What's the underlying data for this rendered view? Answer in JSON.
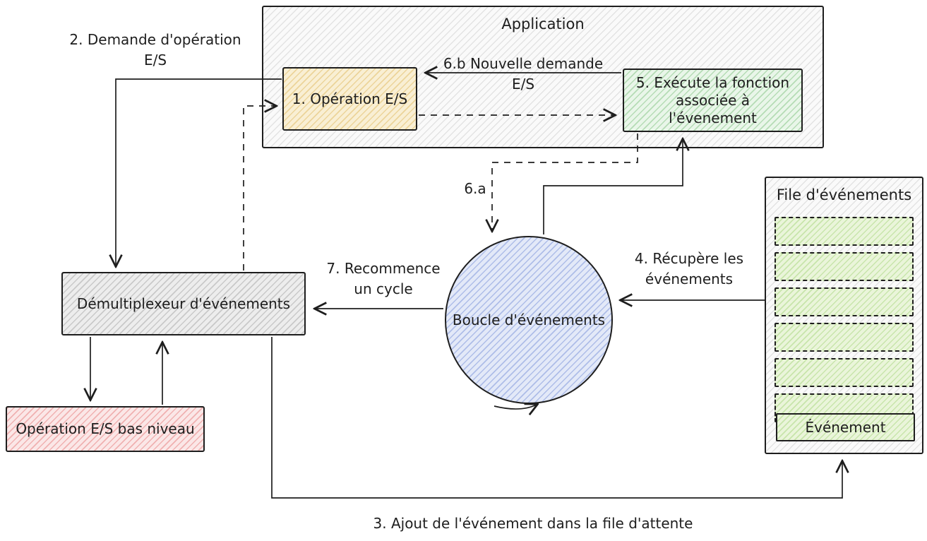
{
  "application": {
    "title": "Application"
  },
  "nodes": {
    "io_operation": {
      "label": "1. Opération E/S"
    },
    "execute_function": {
      "label": "5. Exécute la fonction associée à l'évenement"
    },
    "event_loop": {
      "label": "Boucle d'événements"
    },
    "demultiplexer": {
      "label": "Démultiplexeur d'événements"
    },
    "low_level_io": {
      "label": "Opération E/S bas niveau"
    },
    "event_queue": {
      "title": "File d'événements",
      "event_label": "Événement",
      "pending_slots": 6
    }
  },
  "edges": {
    "step2": {
      "label": "2. Demande d'opération",
      "label2": "E/S"
    },
    "step3": {
      "label": "3. Ajout de l'événement dans la file d'attente"
    },
    "step4": {
      "label": "4. Récupère les",
      "label2": "événements"
    },
    "step6a": {
      "label": "6.a"
    },
    "step6b": {
      "label": "6.b Nouvelle demande",
      "label2": "E/S"
    },
    "step7": {
      "label": "7. Recommence",
      "label2": "un cycle"
    }
  },
  "colors": {
    "stroke": "#1e1e1e",
    "yellow_fill": "#f9efd4",
    "green_fill": "#e9f6e9",
    "blue_fill": "#e3e9f8",
    "red_fill": "#fbe7e7",
    "gray_fill": "#ededed"
  }
}
